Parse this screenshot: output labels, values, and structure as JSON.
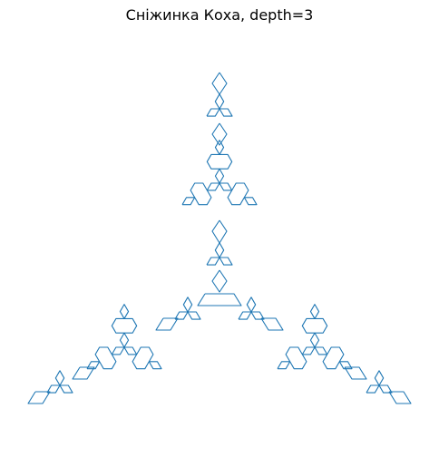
{
  "title": "Сніжинка Коха, depth=3",
  "colors": {
    "line": "#1f77b4",
    "background": "#ffffff",
    "text": "#000000"
  },
  "fractal": {
    "name": "Koch snowflake",
    "depth": 3,
    "axes": "off"
  }
}
